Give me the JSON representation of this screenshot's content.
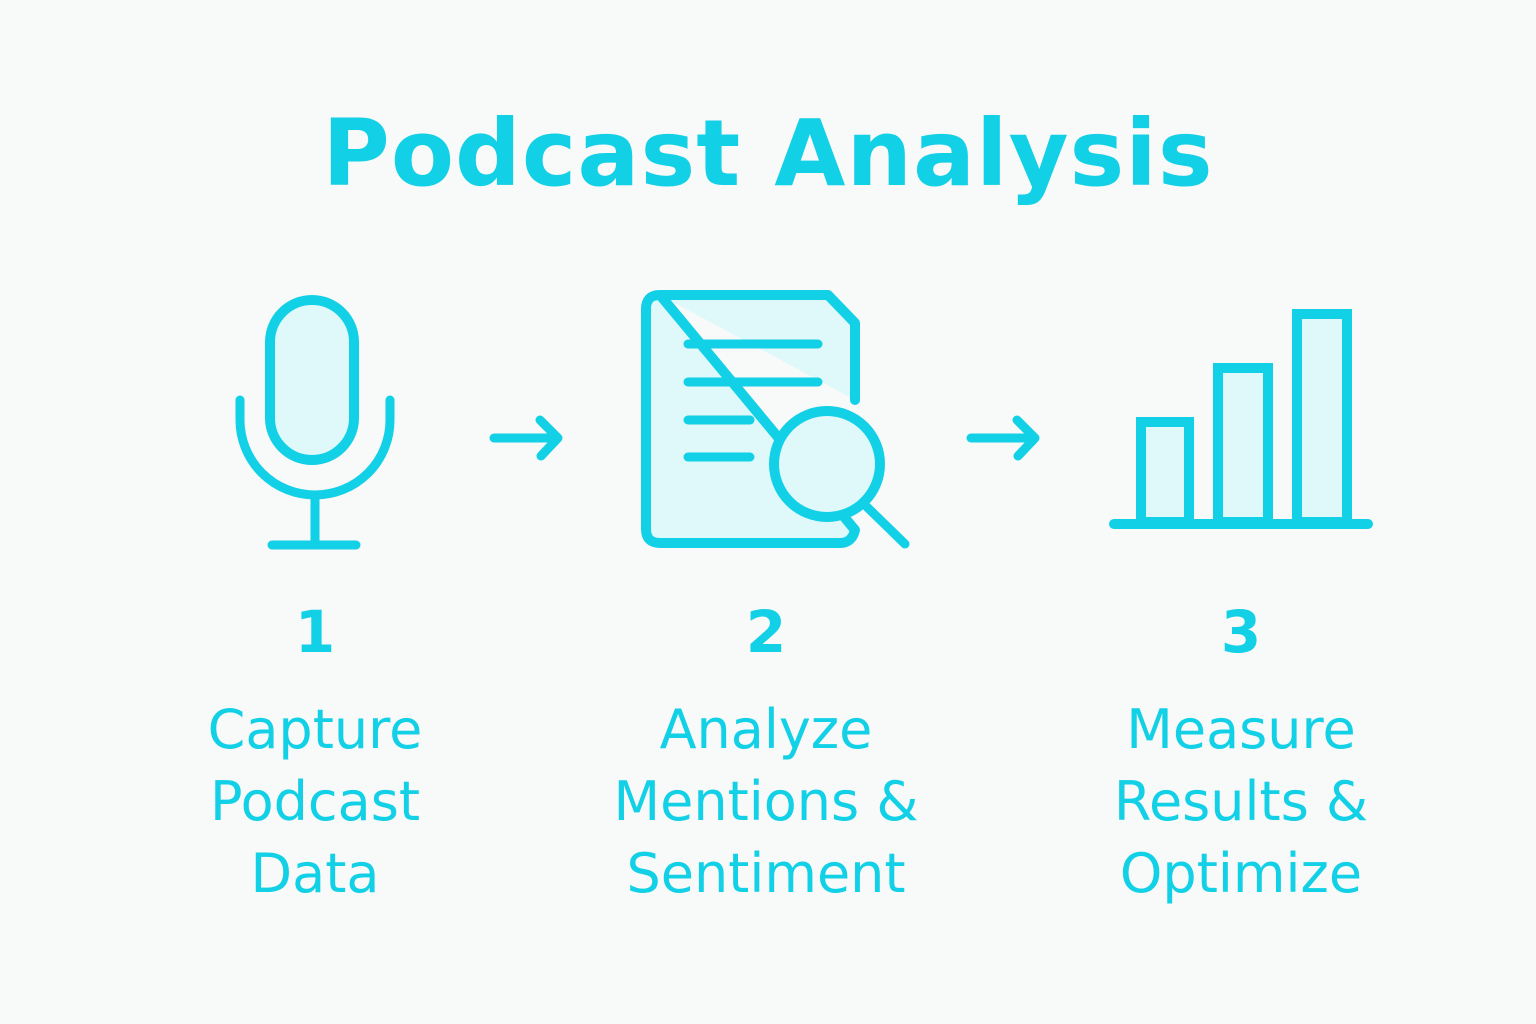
{
  "title": "Podcast Analysis",
  "colors": {
    "accent": "#12d0e6",
    "fill": "#dff9fb",
    "background": "#f8f9f9"
  },
  "steps": [
    {
      "number": "1",
      "icon": "microphone-icon",
      "label_lines": [
        "Capture",
        "Podcast",
        "Data"
      ]
    },
    {
      "number": "2",
      "icon": "document-search-icon",
      "label_lines": [
        "Analyze",
        "Mentions &",
        "Sentiment"
      ]
    },
    {
      "number": "3",
      "icon": "bar-chart-icon",
      "label_lines": [
        "Measure",
        "Results &",
        "Optimize"
      ]
    }
  ],
  "arrows": [
    "arrow-right-icon",
    "arrow-right-icon"
  ]
}
